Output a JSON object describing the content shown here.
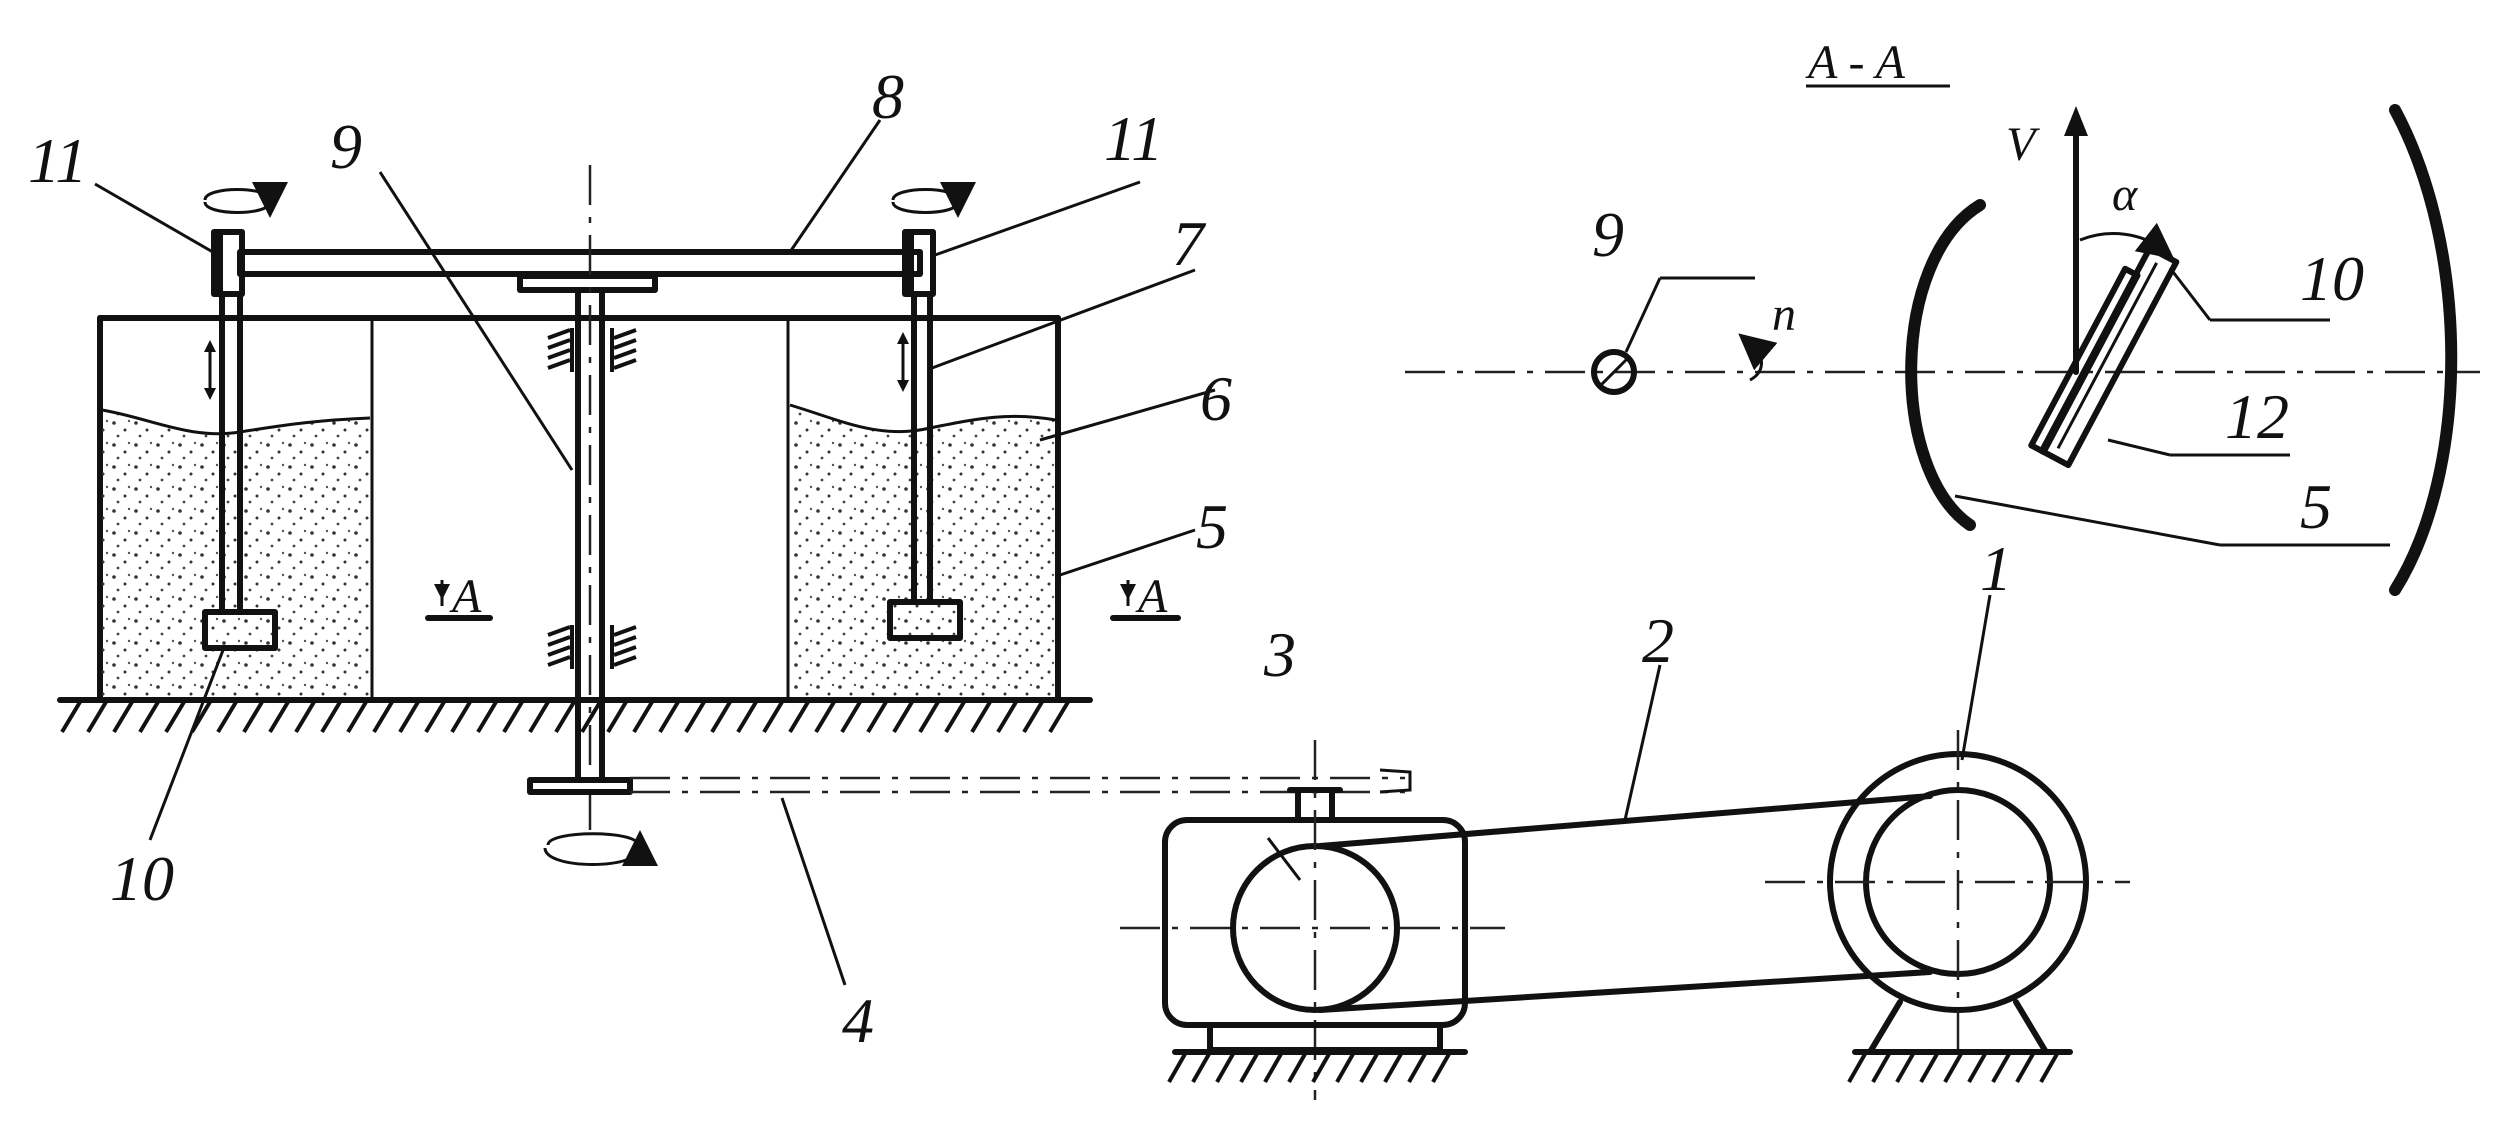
{
  "labels": {
    "l1": "1",
    "l2": "2",
    "l3": "3",
    "l4": "4",
    "l5a": "5",
    "l5b": "5",
    "l6": "6",
    "l7": "7",
    "l8": "8",
    "l9a": "9",
    "l9b": "9",
    "l10a": "10",
    "l10b": "10",
    "l11a": "11",
    "l11b": "11",
    "l12": "12",
    "sectionA1": "A",
    "sectionA2": "A",
    "sectionTitle": "A - A",
    "velocity": "V",
    "angle": "α",
    "rotation": "n"
  },
  "colors": {
    "ink": "#111111",
    "background": "#ffffff"
  }
}
